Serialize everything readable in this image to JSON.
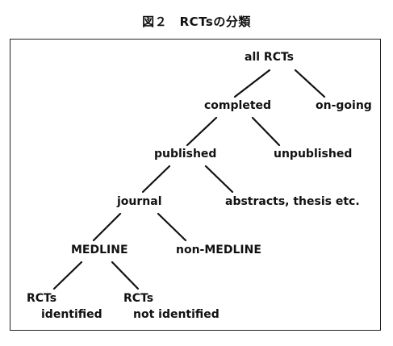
{
  "figure": {
    "title": "図２　RCTsの分類"
  },
  "nodes": {
    "all_rcts": "all RCTs",
    "completed": "completed",
    "on_going": "on-going",
    "published": "published",
    "unpublished": "unpublished",
    "journal": "journal",
    "abstracts": "abstracts, thesis etc.",
    "medline": "MEDLINE",
    "non_medline": "non-MEDLINE",
    "rcts_identified": {
      "line1": "RCTs",
      "line2": "identified"
    },
    "rcts_not_identified": {
      "line1": "RCTs",
      "line2": "not identified"
    }
  }
}
